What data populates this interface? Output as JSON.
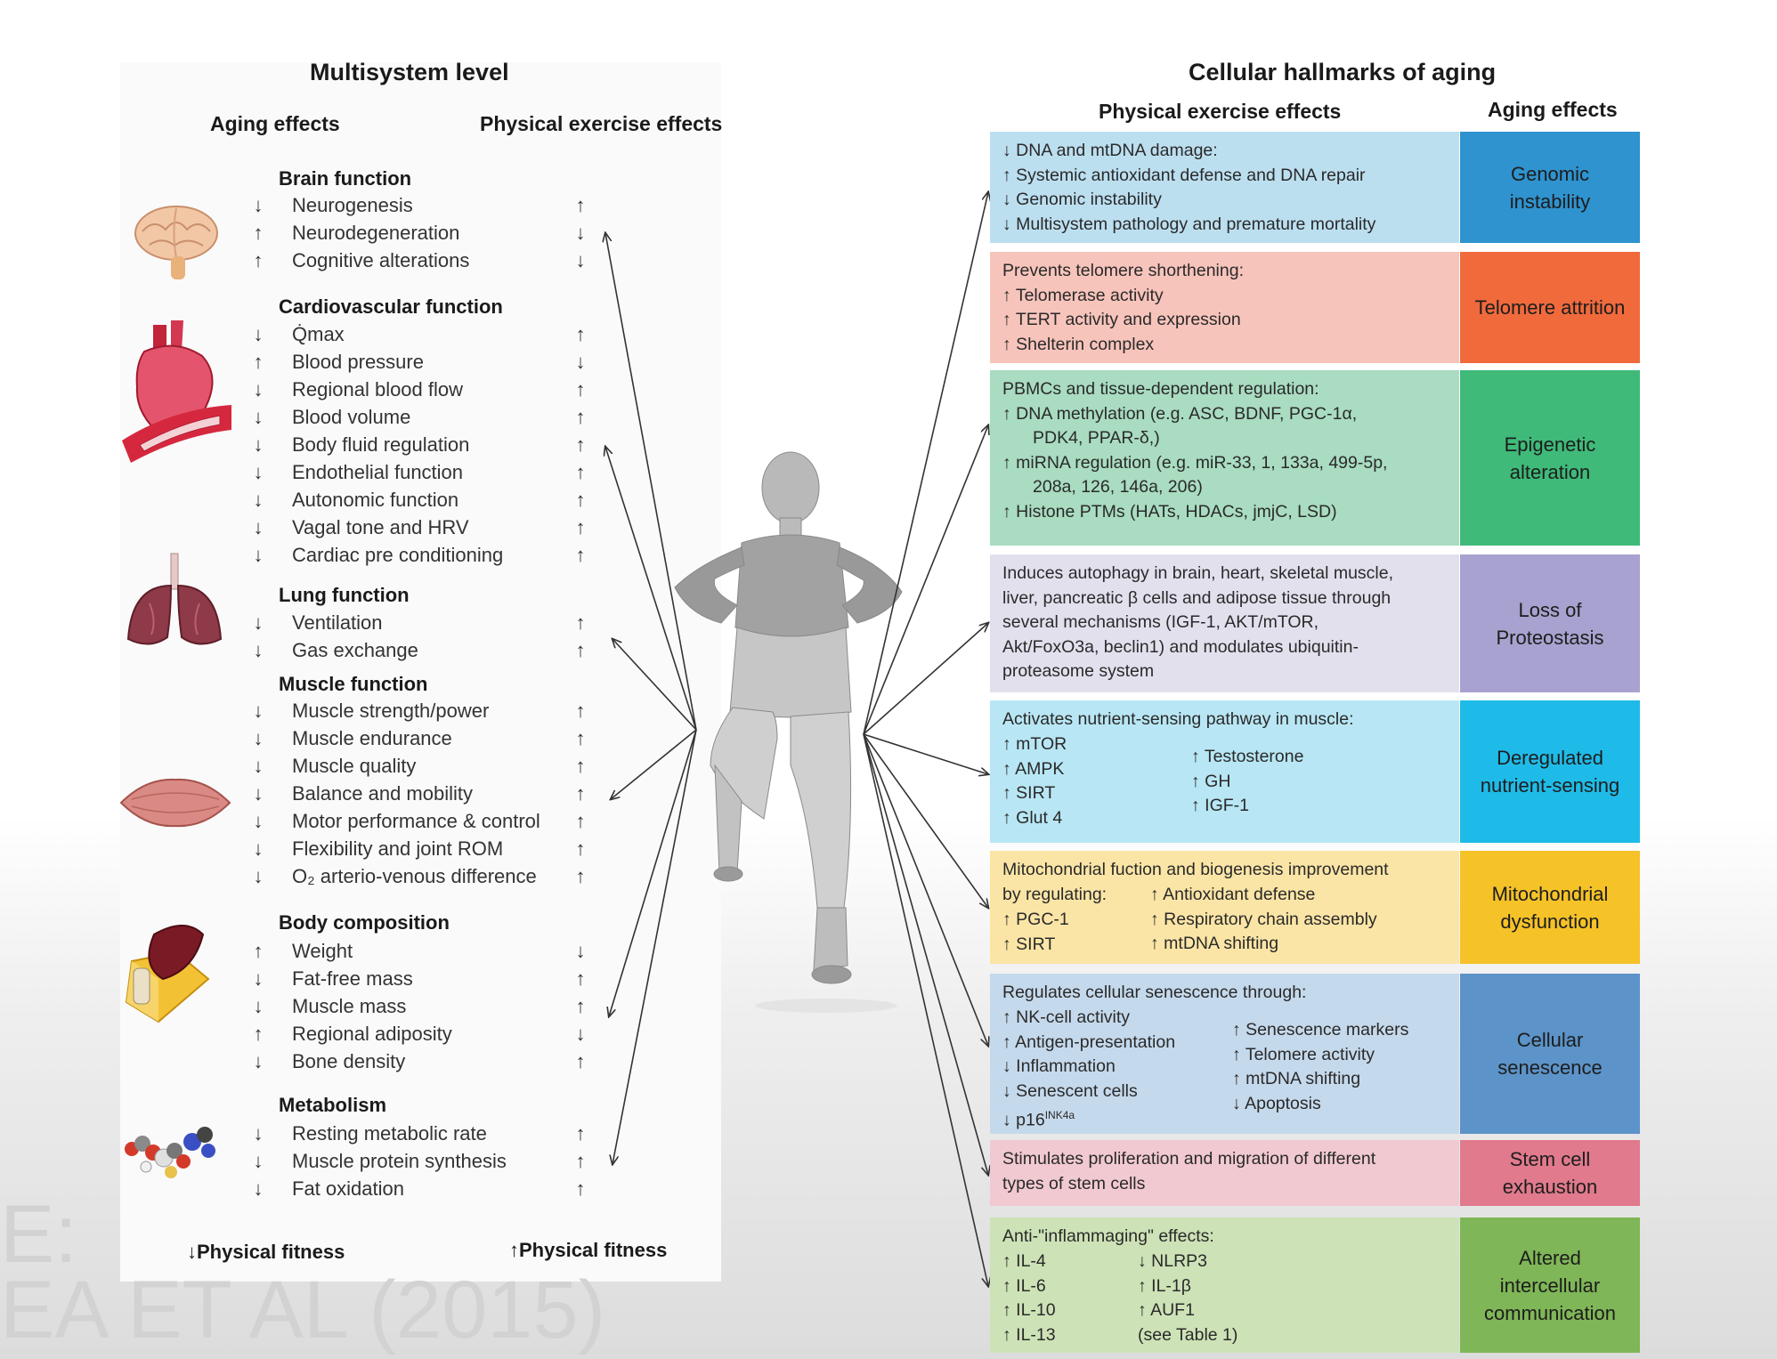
{
  "left": {
    "title": "Multisystem level",
    "aging_header": "Aging effects",
    "exercise_header": "Physical exercise effects",
    "systems": [
      {
        "name": "Brain function",
        "icon": "brain-icon",
        "items": [
          {
            "aging": "↓",
            "label": "Neurogenesis",
            "exercise": "↑"
          },
          {
            "aging": "↑",
            "label": "Neurodegeneration",
            "exercise": "↓"
          },
          {
            "aging": "↑",
            "label": "Cognitive alterations",
            "exercise": "↓"
          }
        ]
      },
      {
        "name": "Cardiovascular function",
        "icon": "heart-icon",
        "items": [
          {
            "aging": "↓",
            "label": "Q̇max",
            "exercise": "↑"
          },
          {
            "aging": "↑",
            "label": "Blood pressure",
            "exercise": "↓"
          },
          {
            "aging": "↓",
            "label": "Regional blood flow",
            "exercise": "↑"
          },
          {
            "aging": "↓",
            "label": "Blood  volume",
            "exercise": "↑"
          },
          {
            "aging": "↓",
            "label": "Body fluid regulation",
            "exercise": "↑"
          },
          {
            "aging": "↓",
            "label": "Endothelial function",
            "exercise": "↑"
          },
          {
            "aging": "↓",
            "label": "Autonomic function",
            "exercise": "↑"
          },
          {
            "aging": "↓",
            "label": "Vagal tone and HRV",
            "exercise": "↑"
          },
          {
            "aging": "↓",
            "label": "Cardiac pre conditioning",
            "exercise": "↑"
          }
        ]
      },
      {
        "name": "Lung function",
        "icon": "lungs-icon",
        "items": [
          {
            "aging": "↓",
            "label": "Ventilation",
            "exercise": "↑"
          },
          {
            "aging": "↓",
            "label": "Gas exchange",
            "exercise": "↑"
          }
        ]
      },
      {
        "name": "Muscle function",
        "icon": "muscle-icon",
        "items": [
          {
            "aging": "↓",
            "label": "Muscle strength/power",
            "exercise": "↑"
          },
          {
            "aging": "↓",
            "label": "Muscle endurance",
            "exercise": "↑"
          },
          {
            "aging": "↓",
            "label": "Muscle quality",
            "exercise": "↑"
          },
          {
            "aging": "↓",
            "label": "Balance and mobility",
            "exercise": "↑"
          },
          {
            "aging": "↓",
            "label": "Motor performance & control",
            "exercise": "↑"
          },
          {
            "aging": "↓",
            "label": "Flexibility and joint ROM",
            "exercise": "↑"
          },
          {
            "aging": "↓",
            "label": "O₂ arterio-venous difference",
            "exercise": "↑"
          }
        ]
      },
      {
        "name": "Body composition",
        "icon": "tissue-icon",
        "items": [
          {
            "aging": "↑",
            "label": "Weight",
            "exercise": "↓"
          },
          {
            "aging": "↓",
            "label": "Fat-free mass",
            "exercise": "↑"
          },
          {
            "aging": "↓",
            "label": "Muscle mass",
            "exercise": "↑"
          },
          {
            "aging": "↑",
            "label": "Regional adiposity",
            "exercise": "↓"
          },
          {
            "aging": "↓",
            "label": "Bone density",
            "exercise": "↑"
          }
        ]
      },
      {
        "name": "Metabolism",
        "icon": "molecule-icon",
        "items": [
          {
            "aging": "↓",
            "label": "Resting metabolic rate",
            "exercise": "↑"
          },
          {
            "aging": "↓",
            "label": "Muscle protein synthesis",
            "exercise": "↑"
          },
          {
            "aging": "↓",
            "label": "Fat oxidation",
            "exercise": "↑"
          }
        ]
      }
    ],
    "fitness_down": "↓Physical fitness",
    "fitness_up": "↑Physical fitness"
  },
  "right": {
    "title": "Cellular hallmarks of aging",
    "exercise_header": "Physical exercise effects",
    "aging_header": "Aging effects",
    "hallmarks": {
      "genomic": {
        "tag": "Genomic instability",
        "lines": [
          "↓ DNA and mtDNA damage:",
          "↑ Systemic antioxidant defense and DNA repair",
          "↓ Genomic instability",
          "↓ Multisystem pathology and premature mortality"
        ]
      },
      "telomere": {
        "tag": "Telomere attrition",
        "lines": [
          "Prevents telomere shorthening:",
          " ↑ Telomerase activity",
          " ↑ TERT activity and expression",
          " ↑ Shelterin complex"
        ]
      },
      "epigenetic": {
        "tag": "Epigenetic alteration",
        "lines": [
          "PBMCs and tissue-dependent regulation:",
          " ↑ DNA methylation (e.g. ASC, BDNF, PGC-1α,",
          "     PDK4, PPAR-δ,)",
          " ↑ miRNA regulation (e.g. miR-33, 1, 133a, 499-5p,",
          "     208a, 126, 146a, 206)",
          " ↑ Histone PTMs (HATs, HDACs, jmjC, LSD)"
        ]
      },
      "proteostasis": {
        "tag": "Loss of Proteostasis",
        "lines": [
          "Induces autophagy in brain, heart, skeletal muscle,",
          "liver, pancreatic β cells and adipose tissue through",
          "several mechanisms (IGF-1, AKT/mTOR,",
          "Akt/FoxO3a, beclin1) and modulates ubiquitin-",
          "proteasome system"
        ]
      },
      "nutrient": {
        "tag": "Deregulated nutrient-sensing",
        "header": "Activates nutrient-sensing pathway in muscle:",
        "col1": [
          "↑ mTOR",
          "↑ AMPK",
          "↑ SIRT",
          "↑ Glut 4"
        ],
        "col2": [
          "↑ Testosterone",
          "↑ GH",
          "↑ IGF-1"
        ]
      },
      "mito": {
        "tag": "Mitochondrial dysfunction",
        "header": "Mitochondrial fuction and biogenesis improvement",
        "header2": "by regulating:",
        "col1": [
          "↑ PGC-1",
          "↑ SIRT"
        ],
        "col2": [
          "↑ Antioxidant defense",
          "↑ Respiratory chain assembly",
          "↑ mtDNA shifting"
        ]
      },
      "senescence": {
        "tag": "Cellular senescence",
        "header": "Regulates cellular senescence through:",
        "col1": [
          "↑ NK-cell activity",
          "↑ Antigen-presentation",
          "↓ Inflammation",
          "↓ Senescent cells",
          "↓ p16"
        ],
        "sup": "INK4a",
        "col2": [
          "↑ Senescence markers",
          "↑ Telomere activity",
          "↑ mtDNA shifting",
          "↓ Apoptosis"
        ]
      },
      "stem": {
        "tag": "Stem cell exhaustion",
        "lines": [
          "Stimulates proliferation and migration of different",
          "types of stem  cells"
        ]
      },
      "intercellular": {
        "tag": "Altered intercellular communication",
        "header": "Anti-\"inflammaging\" effects:",
        "col1": [
          "↑ IL-4",
          "↑ IL-6",
          "↑ IL-10",
          "↑ IL-13"
        ],
        "col2": [
          "↓ NLRP3",
          "↑ IL-1β",
          "↑ AUF1",
          "(see Table 1)"
        ]
      }
    }
  },
  "colors": {
    "genomic_box": "#bcdff0",
    "genomic_tag": "#2f93cf",
    "telomere_box": "#f7c4bb",
    "telomere_tag": "#f06a3c",
    "epigenetic_box": "#a9dcc0",
    "epigenetic_tag": "#3fba79",
    "proteostasis_box": "#e3e0ee",
    "proteostasis_tag": "#a7a2cf",
    "nutrient_box": "#b8e6f4",
    "nutrient_tag": "#1fbbe8",
    "mito_box": "#fbe5a6",
    "mito_tag": "#f5c228",
    "senescence_box": "#c5d9ec",
    "senescence_tag": "#5c93c8",
    "stem_box": "#f1c9d0",
    "stem_tag": "#e07a8c",
    "intercellular_box": "#cde2b6",
    "intercellular_tag": "#7fb657"
  },
  "watermark": {
    "line1": "E:",
    "line2": "EA ET AL (2015)"
  }
}
